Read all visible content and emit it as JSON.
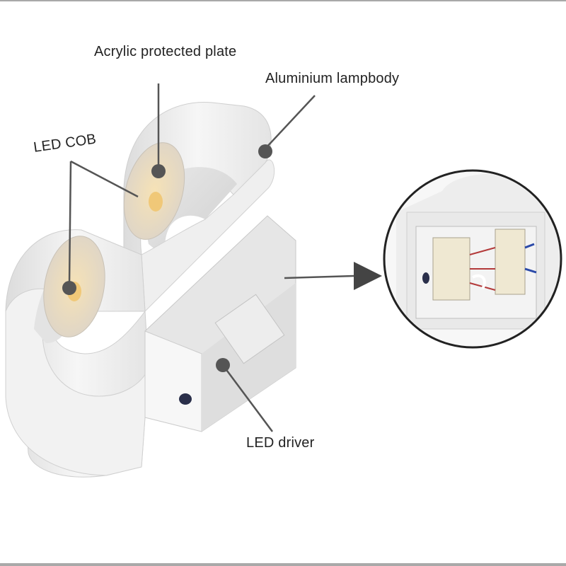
{
  "labels": {
    "acrylic": "Acrylic protected plate",
    "aluminium": "Aluminium lampbody",
    "led_cob": "LED COB",
    "led_driver": "LED driver"
  },
  "colors": {
    "body": "#f1f1f1",
    "body_shadow": "#d6d6d6",
    "driver_box": "#e8e8e8",
    "leader": "#555555",
    "circle_outline": "#222222",
    "led_glow": "#f3d9a8"
  }
}
